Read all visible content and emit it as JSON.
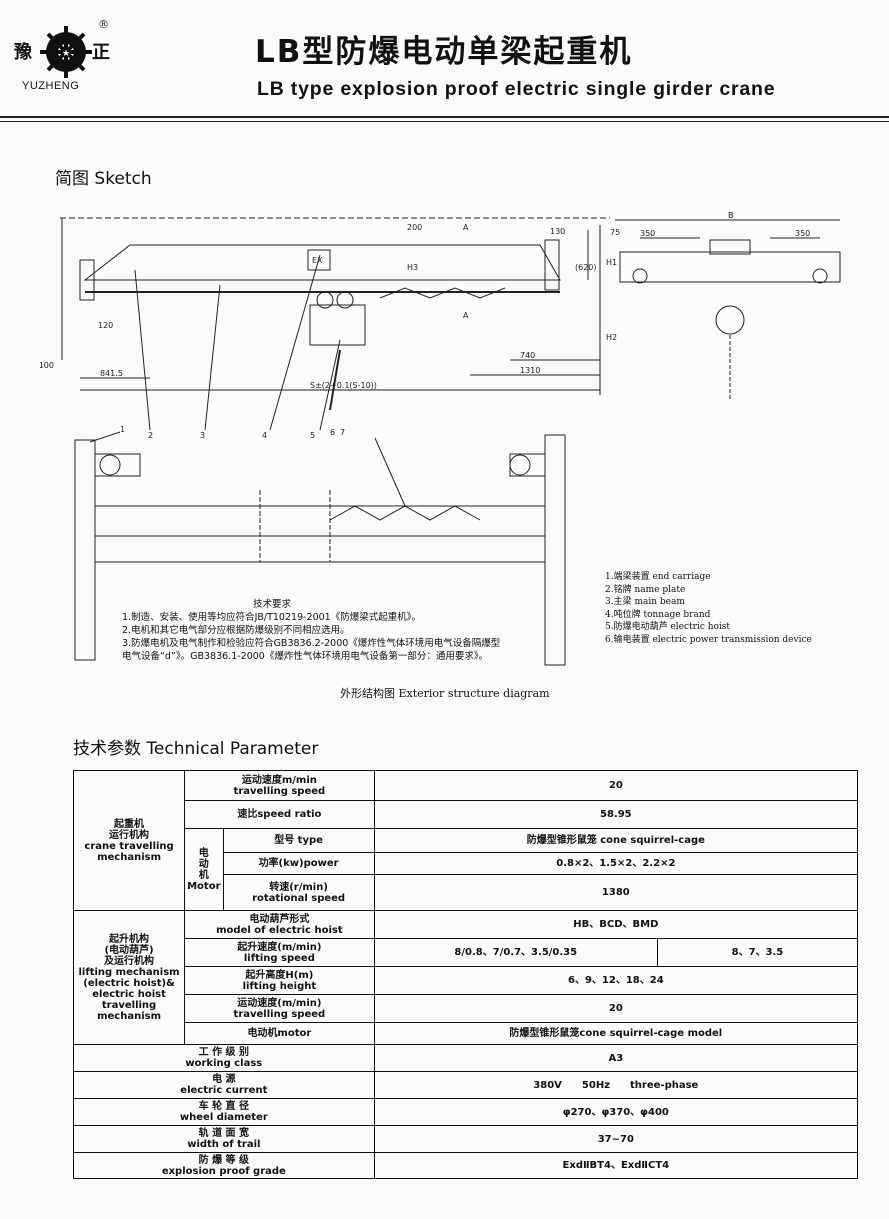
{
  "header": {
    "logo_left": "豫",
    "logo_right": "正",
    "logo_brand": "YUZHENG",
    "registered": "®",
    "title_cn": "LB型防爆电动单梁起重机",
    "title_en": "LB type explosion proof electric single girder crane"
  },
  "sketch": {
    "heading": "简图 Sketch",
    "labels": {
      "ex": "EX",
      "d200": "200",
      "h3": "H3",
      "d130": "130",
      "a1": "A",
      "a2": "A",
      "d620": "(620)",
      "h1": "H1",
      "h2": "H2",
      "d75": "75",
      "b": "B",
      "d350a": "350",
      "d350b": "350",
      "d120": "120",
      "gte100": "≥100",
      "d841": "841.5",
      "d740": "740",
      "d1310": "1310",
      "span": "S±(2+0.1(S-10))"
    },
    "callouts": [
      "1",
      "2",
      "3",
      "4",
      "5",
      "6",
      "7"
    ],
    "requirements_title": "技术要求",
    "requirements": [
      "1.制造、安装、使用等均应符合JB/T10219-2001《防爆梁式起重机》。",
      "2.电机和其它电气部分应根据防爆级别不同相应选用。",
      "3.防爆电机及电气制作和检验应符合GB3836.2-2000《爆炸性气体环境用电气设备隔爆型",
      "电气设备“d”》。GB3836.1-2000《爆炸性气体环境用电气设备第一部分：通用要求》。"
    ],
    "legend": [
      "1.端梁装置 end carriage",
      "2.铭牌 name plate",
      "3.主梁 main beam",
      "4.吨位牌 tonnage brand",
      "5.防爆电动葫芦 electric hoist",
      "6.输电装置 electric power transmission device"
    ],
    "caption": "外形结构图 Exterior structure diagram"
  },
  "params": {
    "heading": "技术参数 Technical Parameter",
    "crane_group": [
      "起重机",
      "运行机构",
      "crane travelling",
      "mechanism"
    ],
    "motor_group": [
      "电",
      "动",
      "机",
      "Motor"
    ],
    "lift_group": [
      "起升机构",
      "(电动葫芦)",
      "及运行机构",
      "lifting mechanism",
      "(electric hoist)&",
      "electric hoist",
      "travelling",
      "mechanism"
    ],
    "rows": {
      "travel_speed": {
        "cn": "运动速度m/min",
        "en": "travelling speed",
        "value": "20"
      },
      "speed_ratio": {
        "label": "速比speed ratio",
        "value": "58.95"
      },
      "motor_type": {
        "label": "型号 type",
        "value": "防爆型锥形鼠笼 cone squirrel-cage"
      },
      "power": {
        "label": "功率(kw)power",
        "value": "0.8×2、1.5×2、2.2×2"
      },
      "rot_speed": {
        "cn": "转速(r/min)",
        "en": "rotational speed",
        "value": "1380"
      },
      "hoist_model": {
        "cn": "电动葫芦形式",
        "en": "model of electric hoist",
        "value": "HB、BCD、BMD"
      },
      "lift_speed": {
        "cn": "起升速度(m/min)",
        "en": "lifting speed",
        "value1": "8/0.8、7/0.7、3.5/0.35",
        "value2": "8、7、3.5"
      },
      "lift_height": {
        "cn": "起升高度H(m)",
        "en": "lifting height",
        "value": "6、9、12、18、24"
      },
      "hoist_travel": {
        "cn": "运动速度(m/min)",
        "en": "travelling speed",
        "value": "20"
      },
      "hoist_motor": {
        "label": "电动机motor",
        "value": "防爆型锥形鼠笼cone squirrel-cage model"
      },
      "working_class": {
        "cn": "工 作 级 别",
        "en": "working class",
        "value": "A3"
      },
      "current": {
        "cn": "电 源",
        "en": "electric current",
        "value": "380V　　50Hz　　three-phase"
      },
      "wheel": {
        "cn": "车 轮 直 径",
        "en": "wheel diameter",
        "value": "φ270、φ370、φ400"
      },
      "trail": {
        "cn": "轨 道 面 宽",
        "en": "width of trail",
        "value": "37~70"
      },
      "grade": {
        "cn": "防 爆 等 级",
        "en": "explosion proof grade",
        "value": "ExdⅡBT4、ExdⅡCT4"
      }
    }
  }
}
